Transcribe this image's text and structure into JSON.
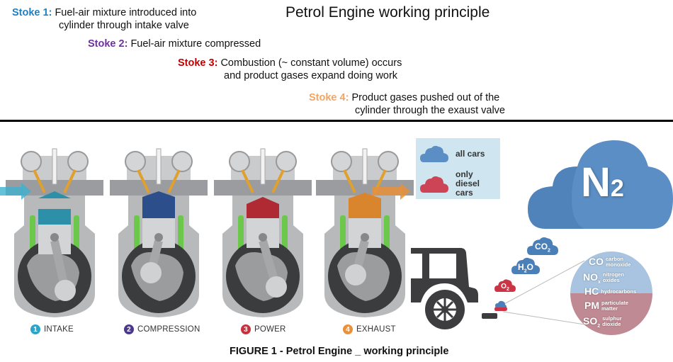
{
  "title": "Petrol Engine working principle",
  "strokes": [
    {
      "label": "Stoke 1:",
      "line1": "Fuel-air mixture introduced into",
      "line2": "cylinder through intake valve",
      "color": "#1f7fc0"
    },
    {
      "label": "Stoke 2:",
      "line1": "Fuel-air mixture compressed",
      "line2": "",
      "color": "#7030a0"
    },
    {
      "label": "Stoke 3:",
      "line1": "Combustion (~ constant volume) occurs",
      "line2": "and product gases expand doing work",
      "color": "#c00000"
    },
    {
      "label": "Stoke 4:",
      "line1": "Product gases pushed out of the",
      "line2": "cylinder through the exaust valve",
      "color": "#f4a460"
    }
  ],
  "stages": [
    {
      "number": "1",
      "name": "INTAKE",
      "color": "#2aa6c9",
      "charge_color": "#2e90a8"
    },
    {
      "number": "2",
      "name": "COMPRESSION",
      "color": "#4b3a8c",
      "charge_color": "#2c4f8c"
    },
    {
      "number": "3",
      "name": "POWER",
      "color": "#c8313e",
      "charge_color": "#b02a34"
    },
    {
      "number": "4",
      "name": "EXHAUST",
      "color": "#e8913a",
      "charge_color": "#d9852e"
    }
  ],
  "legend": {
    "items": [
      {
        "label": "all cars",
        "color": "#5b8ec4"
      },
      {
        "label": "only diesel cars",
        "color": "#cc4455"
      }
    ]
  },
  "emissions": {
    "big_cloud": {
      "symbol": "N",
      "subscript": "2",
      "color": "#5b8ec4"
    },
    "small_clouds": [
      {
        "symbol": "CO",
        "subscript": "2",
        "color": "#4a7fb8"
      },
      {
        "symbol": "H",
        "subscript": "2",
        "suffix": "O",
        "color": "#4a7fb8"
      },
      {
        "symbol": "O",
        "subscript": "2",
        "color": "#cc3344"
      }
    ],
    "pollutants": [
      {
        "symbol": "CO",
        "sub": "",
        "desc1": "carbon",
        "desc2": "monoxide",
        "group": "all"
      },
      {
        "symbol": "NO",
        "sub": "x",
        "desc1": "nitrogen",
        "desc2": "oxides",
        "group": "all"
      },
      {
        "symbol": "HC",
        "sub": "",
        "desc1": "hydrocarbons",
        "desc2": "",
        "group": "all"
      },
      {
        "symbol": "PM",
        "sub": "",
        "desc1": "particulate",
        "desc2": "matter",
        "group": "diesel"
      },
      {
        "symbol": "SO",
        "sub": "2",
        "desc1": "sulphur",
        "desc2": "dioxide",
        "group": "diesel"
      }
    ],
    "colors": {
      "all": "#a8c4e0",
      "diesel": "#c08a94",
      "truck": "#3d3d3f"
    }
  },
  "caption": "FIGURE 1 -  Petrol Engine _ working principle"
}
